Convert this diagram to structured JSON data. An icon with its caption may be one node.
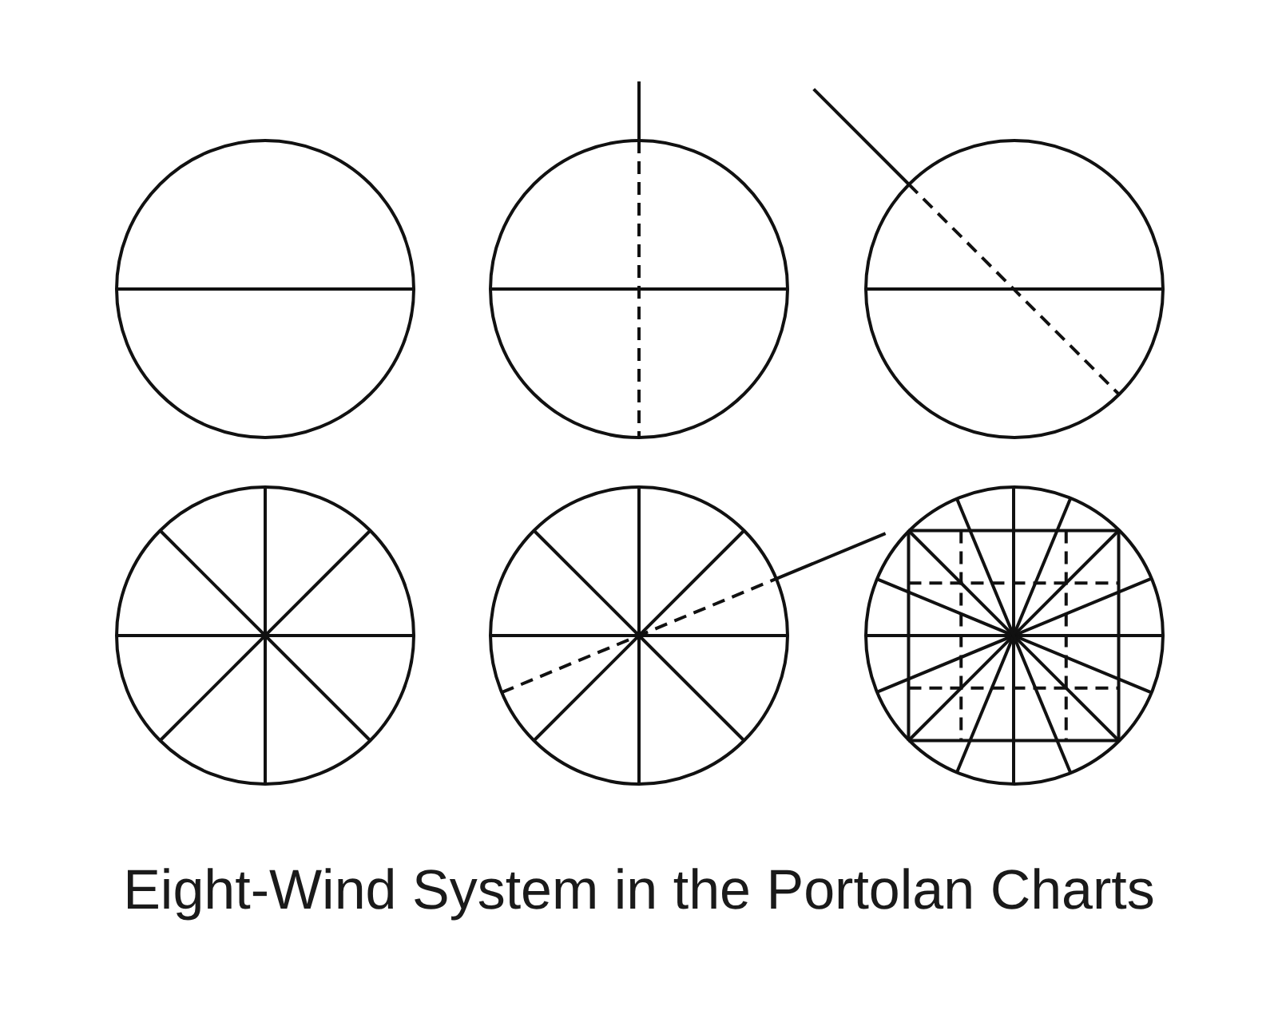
{
  "diagram": {
    "caption": "Eight-Wind System in the Portolan Charts",
    "nodes": [
      {
        "text": [],
        "shape": "circle"
      },
      {
        "text": [],
        "shape": "circle"
      },
      {
        "text": [],
        "shape": "circle"
      },
      {
        "text": [],
        "shape": "circle"
      },
      {
        "text": [],
        "shape": "circle"
      },
      {
        "text": [],
        "shape": "circle"
      }
    ],
    "edges": [
      {
        "from": 4,
        "to": 5,
        "arrow": "none"
      }
    ]
  }
}
